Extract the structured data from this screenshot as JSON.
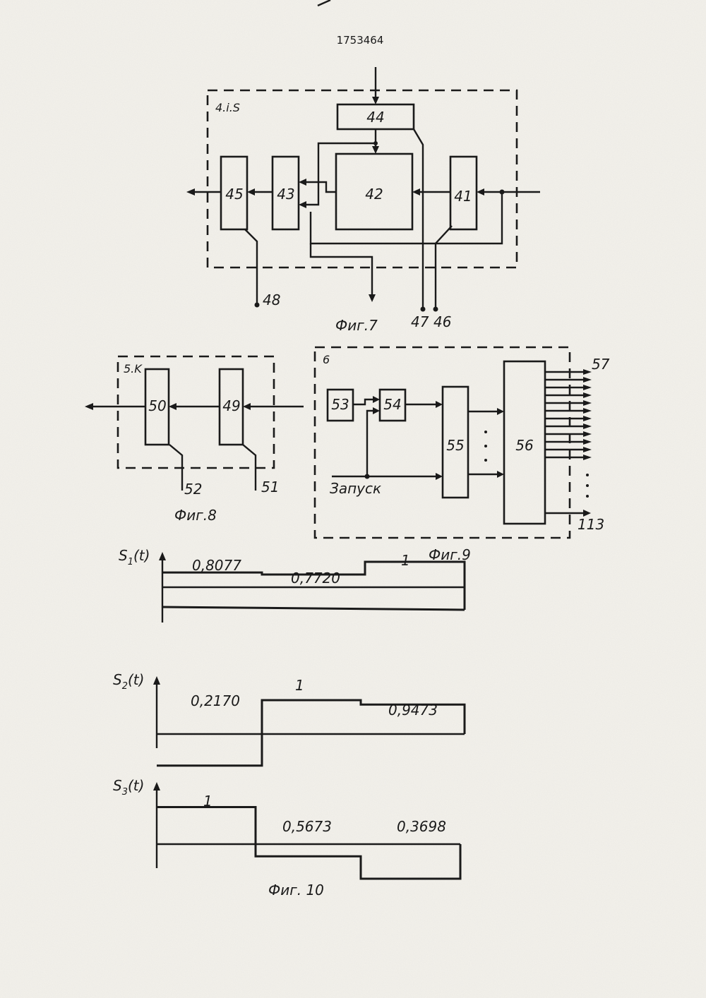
{
  "doc_number": "1753464",
  "fig7": {
    "caption": "Фиг.7",
    "box_label": "4.i.S",
    "blocks": [
      "44",
      "42",
      "43",
      "45",
      "41"
    ],
    "terminals": [
      "48",
      "47",
      "46"
    ]
  },
  "fig8": {
    "caption": "Фиг.8",
    "box_label": "5.K",
    "blocks": [
      "50",
      "49"
    ],
    "terminals": [
      "52",
      "51"
    ]
  },
  "fig9": {
    "caption": "Фиг.9",
    "box_label": "6",
    "blocks": [
      "53",
      "54",
      "55",
      "56"
    ],
    "input_label": "Запуск",
    "output_first": "57",
    "output_last": "113"
  },
  "fig10": {
    "caption": "Фиг. 10",
    "chart_data": [
      {
        "type": "step",
        "name": "S1(t)",
        "y_axis_label": "S1(t)",
        "segments": [
          {
            "value": 0.8077,
            "label": "0,8077"
          },
          {
            "value": 0.772,
            "label": "0,7720"
          },
          {
            "value": 1,
            "label": "1"
          }
        ]
      },
      {
        "type": "step",
        "name": "S2(t)",
        "y_axis_label": "S2(t)",
        "segments": [
          {
            "value": 0.217,
            "label": "0,2170"
          },
          {
            "value": 1,
            "label": "1"
          },
          {
            "value": 0.9473,
            "label": "0,9473"
          }
        ]
      },
      {
        "type": "step",
        "name": "S3(t)",
        "y_axis_label": "S3(t)",
        "segments": [
          {
            "value": 1,
            "label": "1"
          },
          {
            "value": 0.5673,
            "label": "0,5673"
          },
          {
            "value": 0.3698,
            "label": "0,3698"
          }
        ]
      }
    ]
  }
}
